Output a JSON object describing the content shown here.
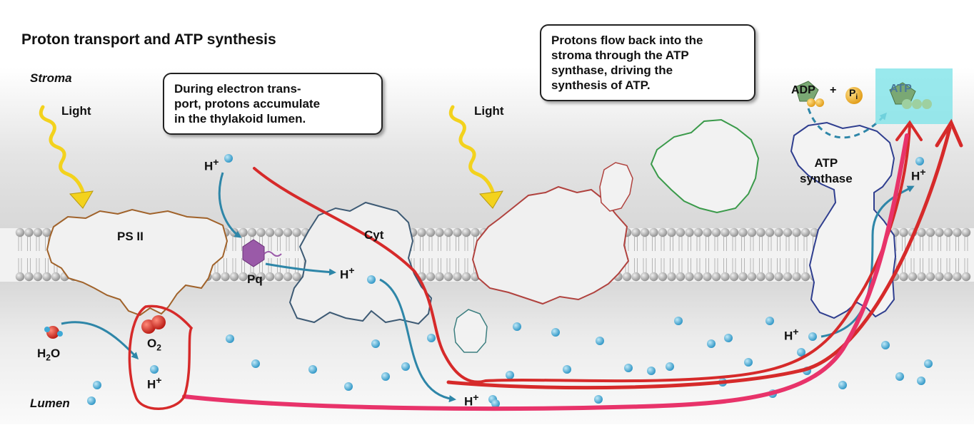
{
  "title": "Proton transport and ATP synthesis",
  "regions": {
    "stroma": "Stroma",
    "lumen": "Lumen"
  },
  "light_labels": [
    "Light",
    "Light"
  ],
  "complexes": {
    "ps2": "PS II",
    "cyt": "Cyt",
    "pq": "Pq",
    "atp_synthase": "ATP\nsynthase"
  },
  "molecules": {
    "h_plus_base": "H",
    "plus": "+",
    "water_h": "H",
    "water_sub": "2",
    "water_o": "O",
    "oxygen_o": "O",
    "oxygen_sub": "2",
    "adp": "ADP",
    "pi_p": "P",
    "pi_sub": "i",
    "atp": "ATP"
  },
  "callouts": {
    "electron_transport": "During electron trans-\nport, protons accumulate\nin the thylakoid lumen.",
    "atp_synthase_flow": "Protons flow back into the\nstroma through the ATP\nsynthase, driving the\nsynthesis of ATP."
  },
  "colors": {
    "proton": "#3fa9d6",
    "arrow": "#2e86a8",
    "membrane_head": "#a8a8a8",
    "ps2_outline": "#a0622a",
    "cyt_outline": "#3d5a74",
    "complex_red": "#b0423e",
    "complex_green": "#3a9a4a",
    "atp_synthase_outline": "#2f3e8f",
    "annotation_red": "#d62a2a",
    "annotation_pink": "#e8336a",
    "highlight_cyan": "#7fe3e8",
    "light_yellow": "#f3d21d"
  }
}
